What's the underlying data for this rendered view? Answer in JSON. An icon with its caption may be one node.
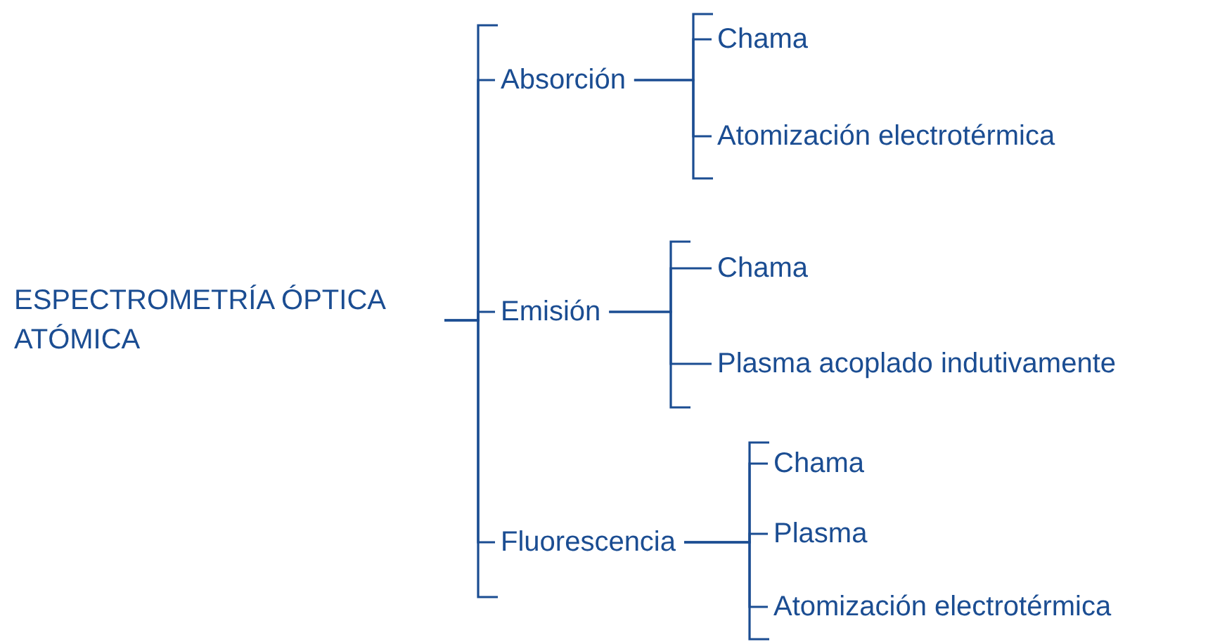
{
  "diagram": {
    "nodes": [
      {
        "text": [
          "ESPECTROMETRÍA ÓPTICA ATÓMICA"
        ]
      },
      {
        "text": [
          "Absorción"
        ]
      },
      {
        "text": [
          "Chama"
        ]
      },
      {
        "text": [
          "Atomización electrotérmica"
        ]
      },
      {
        "text": [
          "Emisión"
        ]
      },
      {
        "text": [
          "Chama"
        ]
      },
      {
        "text": [
          "Plasma acoplado indutivamente"
        ]
      },
      {
        "text": [
          "Fluorescencia"
        ]
      },
      {
        "text": [
          "Chama"
        ]
      },
      {
        "text": [
          "Plasma"
        ]
      },
      {
        "text": [
          "Atomización electrotérmica"
        ]
      }
    ],
    "edges": [
      {
        "from": 0,
        "to": 1,
        "arrow": "none"
      },
      {
        "from": 0,
        "to": 4,
        "arrow": "none"
      },
      {
        "from": 0,
        "to": 7,
        "arrow": "none"
      },
      {
        "from": 1,
        "to": 2,
        "arrow": "none"
      },
      {
        "from": 1,
        "to": 3,
        "arrow": "none"
      },
      {
        "from": 4,
        "to": 5,
        "arrow": "none"
      },
      {
        "from": 4,
        "to": 6,
        "arrow": "none"
      },
      {
        "from": 7,
        "to": 8,
        "arrow": "none"
      },
      {
        "from": 7,
        "to": 9,
        "arrow": "none"
      },
      {
        "from": 7,
        "to": 10,
        "arrow": "none"
      }
    ]
  }
}
